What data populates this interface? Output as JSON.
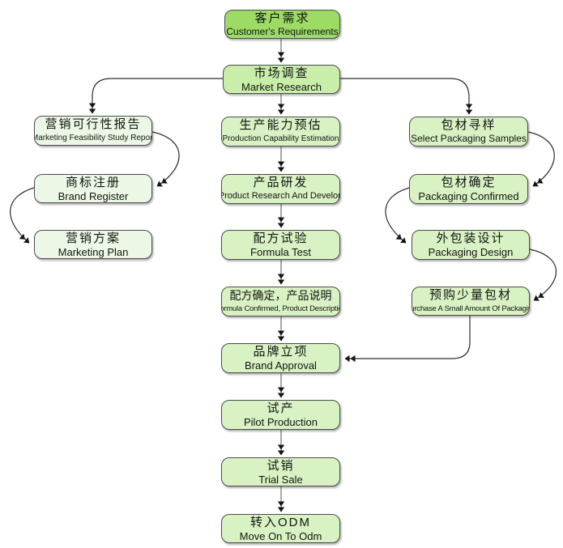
{
  "diagram": {
    "type": "flowchart",
    "language": "zh-en bilingual",
    "colors": {
      "node_bright_green": "#9cdb64",
      "node_medium_green": "#c9eea9",
      "node_light_green": "#d8f2c3",
      "node_pale_green": "#ecf8e5",
      "node_border": "#4d4d4d",
      "straight_line": "#828282",
      "curve_line": "#2e2e2e",
      "arrowhead": "#151515",
      "background": "#ffffff"
    }
  },
  "nodes": [
    {
      "id": "customer-requirements",
      "zh": "客户需求",
      "en": "Customer's Requirements"
    },
    {
      "id": "market-research",
      "zh": "市场调查",
      "en": "Market Research"
    },
    {
      "id": "marketing-feasibility",
      "zh": "营销可行性报告",
      "en": "Marketing Feasibility Study Report"
    },
    {
      "id": "brand-register",
      "zh": "商标注册",
      "en": "Brand Register"
    },
    {
      "id": "marketing-plan",
      "zh": "营销方案",
      "en": "Marketing Plan"
    },
    {
      "id": "production-capability",
      "zh": "生产能力预估",
      "en": "Production Capability Estimation"
    },
    {
      "id": "product-research",
      "zh": "产品研发",
      "en": "Product Research And Develop"
    },
    {
      "id": "formula-test",
      "zh": "配方试验",
      "en": "Formula Test"
    },
    {
      "id": "formula-confirmed",
      "zh": "配方确定，产品说明",
      "en": "Formula Confirmed, Product Description"
    },
    {
      "id": "brand-approval",
      "zh": "品牌立项",
      "en": "Brand Approval"
    },
    {
      "id": "pilot-production",
      "zh": "试产",
      "en": "Pilot Production"
    },
    {
      "id": "trial-sale",
      "zh": "试销",
      "en": "Trial Sale"
    },
    {
      "id": "move-on-to-odm",
      "zh": "转入ODM",
      "en": "Move On To Odm"
    },
    {
      "id": "select-packaging-samples",
      "zh": "包材寻样",
      "en": "Select Packaging Samples"
    },
    {
      "id": "packaging-confirmed",
      "zh": "包材确定",
      "en": "Packaging Confirmed"
    },
    {
      "id": "packaging-design",
      "zh": "外包装设计",
      "en": "Packaging Design"
    },
    {
      "id": "purchase-small-packaging",
      "zh": "预购少量包材",
      "en": "Purchase A Small Amount Of Packaging"
    }
  ],
  "edges": [
    {
      "from": "customer-requirements",
      "to": "market-research"
    },
    {
      "from": "market-research",
      "to": "marketing-feasibility"
    },
    {
      "from": "market-research",
      "to": "production-capability"
    },
    {
      "from": "market-research",
      "to": "select-packaging-samples"
    },
    {
      "from": "marketing-feasibility",
      "to": "brand-register"
    },
    {
      "from": "brand-register",
      "to": "marketing-plan"
    },
    {
      "from": "production-capability",
      "to": "product-research"
    },
    {
      "from": "product-research",
      "to": "formula-test"
    },
    {
      "from": "formula-test",
      "to": "formula-confirmed"
    },
    {
      "from": "formula-confirmed",
      "to": "brand-approval"
    },
    {
      "from": "brand-approval",
      "to": "pilot-production"
    },
    {
      "from": "pilot-production",
      "to": "trial-sale"
    },
    {
      "from": "trial-sale",
      "to": "move-on-to-odm"
    },
    {
      "from": "select-packaging-samples",
      "to": "packaging-confirmed"
    },
    {
      "from": "packaging-confirmed",
      "to": "packaging-design"
    },
    {
      "from": "packaging-design",
      "to": "purchase-small-packaging"
    },
    {
      "from": "purchase-small-packaging",
      "to": "brand-approval"
    }
  ]
}
